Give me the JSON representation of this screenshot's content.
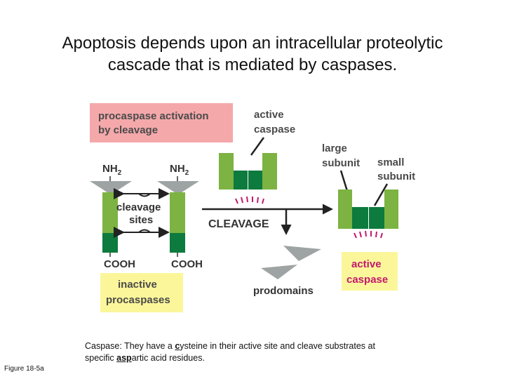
{
  "title": {
    "line1": "Apoptosis depends upon an intracellular proteolytic",
    "line2": "cascade that is mediated by caspases."
  },
  "diagram": {
    "activation_box": {
      "line1": "procaspase activation",
      "line2": "by cleavage"
    },
    "active_caspase_label": {
      "line1": "active",
      "line2": "caspase"
    },
    "large_subunit_label": {
      "line1": "large",
      "line2": "subunit"
    },
    "small_subunit_label": {
      "line1": "small",
      "line2": "subunit"
    },
    "nh2_left": "NH",
    "nh2_right": "NH",
    "nh2_subscript": "2",
    "cleavage_sites": {
      "line1": "cleavage",
      "line2": "sites"
    },
    "cleavage_arrow_label": "CLEAVAGE",
    "cooh_left": "COOH",
    "cooh_right": "COOH",
    "inactive_box": {
      "line1": "inactive",
      "line2": "procaspases"
    },
    "prodomains_label": "prodomains",
    "active_caspase_box": {
      "line1": "active",
      "line2": "caspase"
    },
    "colors": {
      "pink_box": "#f4a8aa",
      "yellow_box": "#fbf69a",
      "green_light": "#7cb342",
      "green_dark": "#0d7a3e",
      "gray": "#9ea4a3",
      "magenta": "#c2186b"
    }
  },
  "caption": {
    "term": "Caspase",
    "colon_text": ": They have a ",
    "c_letter": "c",
    "mid_text": "ysteine in their active site and cleave substrates at",
    "line2_pre": "specific ",
    "asp": "asp",
    "line2_post": "artic acid residues."
  },
  "figure_label": "Figure 18-5a"
}
